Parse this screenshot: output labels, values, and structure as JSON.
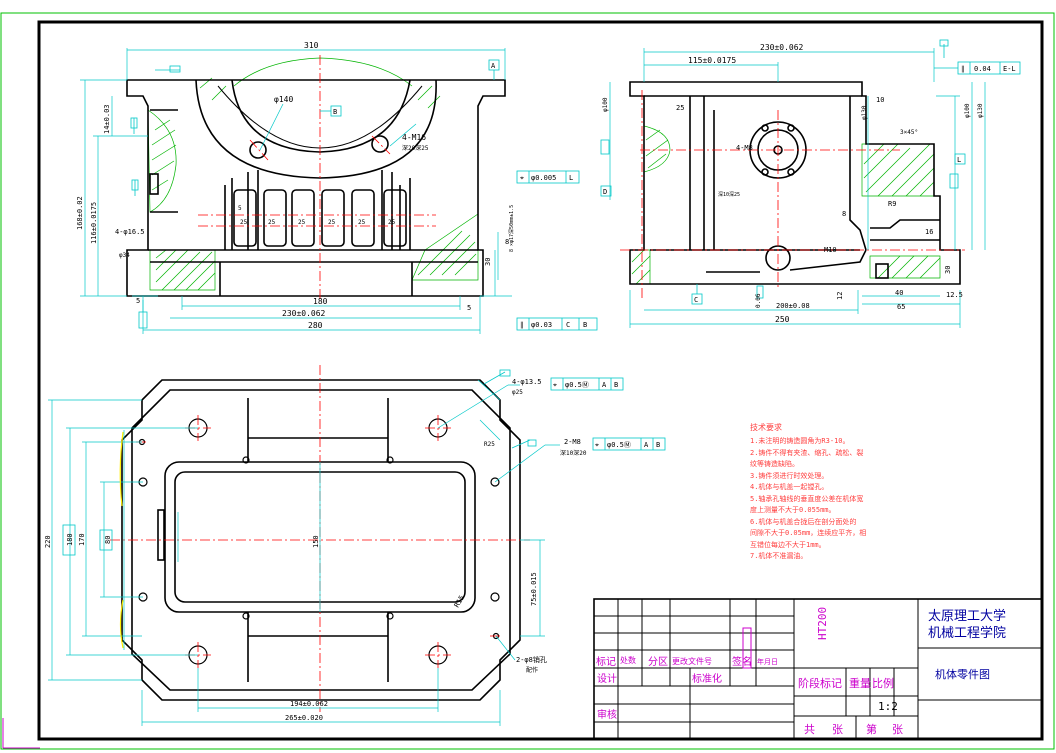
{
  "colors": {
    "outline": "#000000",
    "dimension": "#00c8c8",
    "centerline": "#ff0000",
    "hatch": "#00b400",
    "magenta": "#cc00cc",
    "border_green": "#00c000",
    "note_red": "#ff4040",
    "title_blue": "#0000a0"
  },
  "front_view": {
    "dims": {
      "top_width": "310",
      "bottom_inner": "180",
      "bottom_mid": "230±0.062",
      "bottom_full": "280",
      "bearing_dia": "φ140",
      "height_total": "168±0.02",
      "height_mid": "116±0.0175",
      "height_top": "14±0.03",
      "bolt_holes": "4-M16",
      "bolt_depth": "深20深25",
      "left_bolt": "4-φ16.5",
      "left_dim": "φ34",
      "right_30": "30",
      "right_8": "8",
      "bot_5": "5",
      "bot_5b": "5",
      "rib_values": [
        "5",
        "25",
        "25",
        "25",
        "25",
        "25",
        "25"
      ]
    },
    "datum_A": "A",
    "datum_B": "B",
    "tol_frame": [
      "∥",
      "φ0.03",
      "C",
      "B"
    ],
    "side_tol": [
      "⌖",
      "φ0.005",
      "L"
    ],
    "side_note": "8 ×φ17深50mm±1.5"
  },
  "side_view": {
    "dims": {
      "top_width": "230±0.062",
      "top_left": "115±0.0175",
      "bottom_mid": "200±0.08",
      "bottom_full": "250",
      "flat_06": "0.06",
      "dia_1": "φ100",
      "dia_2": "φ130",
      "dia_3": "φ100",
      "dia_4": "φ130",
      "dim_10": "10",
      "dim_25": "25",
      "dim_8": "8",
      "dim_16": "16",
      "dim_30": "30",
      "dim_12": "12",
      "dim_40": "40",
      "dim_65": "65",
      "dim_125": "12.5",
      "holes": "4-M8",
      "holes_depth": "深10深25",
      "r9": "R9",
      "m10": "M10",
      "ra": "3×45°"
    },
    "tol_frame": [
      "∥",
      "0.04",
      "E-L"
    ],
    "datum_C": "C",
    "datum_D": "D",
    "datum_L": "L"
  },
  "top_view": {
    "dims": {
      "width_1": "194±0.062",
      "width_2": "265±0.020",
      "height_1": "220",
      "height_2": "180",
      "height_3": "170",
      "height_4": "80",
      "height_5": "150",
      "right_dim": "75±0.015",
      "r_dim": "R15"
    },
    "callout_1": "4-φ13.5",
    "callout_1b": "φ25",
    "callout_1_tol": [
      "⌖",
      "φ0.5Ⓜ",
      "A",
      "B"
    ],
    "callout_2": "2-M8",
    "callout_2b": "深10深20",
    "callout_2_tol": [
      "⌖",
      "φ0.5Ⓜ",
      "A",
      "B"
    ],
    "callout_3": "2-φ8销孔",
    "callout_3b": "配作",
    "callout_4": "R25"
  },
  "notes": {
    "title": "技术要求",
    "lines": [
      "1.未注明的铸造圆角为R3-10。",
      "2.铸件不得有夹渣、缩孔、疏松、裂",
      "纹等铸造缺陷。",
      "3.铸件须进行时效处理。",
      "4.机体与机盖一起镗孔。",
      "5.轴承孔轴线的垂直度公差在机体宽",
      "度上测量不大于0.055mm。",
      "6.机体与机盖合拢后在剖分面处的",
      "间隙不大于0.05mm，连续应平齐，相",
      "互错位每边不大于1mm。",
      "7.机体不准漏油。"
    ]
  },
  "title_block": {
    "material": "HT200",
    "university": "太原理工大学",
    "college": "机械工程学院",
    "part_name": "机体零件图",
    "labels": {
      "mark": "标记",
      "count": "处数",
      "zone": "分区",
      "change_doc": "更改文件号",
      "sign": "签名",
      "date": "年月日",
      "design": "设计",
      "standard": "标准化",
      "check": "审核",
      "stage": "阶段标记",
      "weight": "重量",
      "scale": "比例",
      "total": "共",
      "sheets": "张",
      "page": "第",
      "page_sheet": "张"
    },
    "scale_value": "1:2"
  }
}
